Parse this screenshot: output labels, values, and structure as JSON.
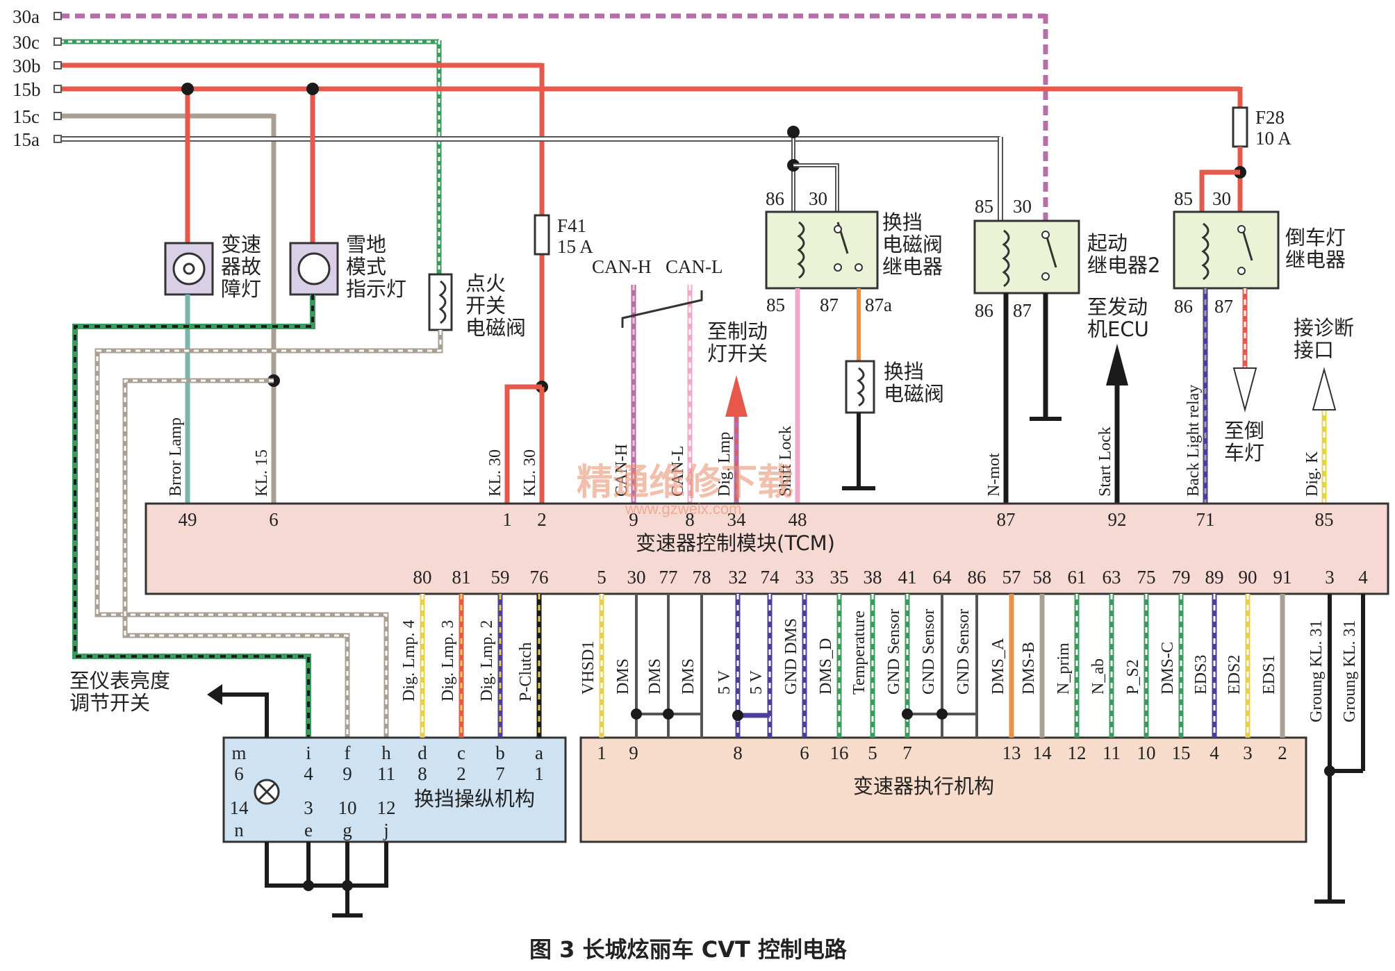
{
  "caption": "图 3   长城炫丽车 CVT 控制电路",
  "watermark": {
    "main": "精通维修下载",
    "url": "www.gzweix.com"
  },
  "bus_lines": [
    "30a",
    "30c",
    "30b",
    "15b",
    "15c",
    "15a"
  ],
  "fuses": {
    "f41": {
      "name": "F41",
      "rating": "15 A"
    },
    "f28": {
      "name": "F28",
      "rating": "10 A"
    }
  },
  "lamps": {
    "fault_lamp": [
      "变速",
      "器故",
      "障灯"
    ],
    "snow_lamp": [
      "雪地",
      "模式",
      "指示灯"
    ]
  },
  "solenoids": {
    "ignition_solenoid": [
      "点火",
      "开关",
      "电磁阀"
    ],
    "shift_solenoid": [
      "换挡",
      "电磁阀"
    ]
  },
  "relays": {
    "shift_relay": {
      "label": [
        "换挡",
        "电磁阀",
        "继电器"
      ],
      "pins": [
        "86",
        "30",
        "85",
        "87",
        "87a"
      ]
    },
    "start_relay": {
      "label": [
        "起动",
        "继电器2"
      ],
      "pins": [
        "85",
        "30",
        "86",
        "87"
      ]
    },
    "reverse_relay": {
      "label": [
        "倒车灯",
        "继电器"
      ],
      "pins": [
        "85",
        "30",
        "86",
        "87"
      ]
    }
  },
  "can": {
    "h": "CAN-H",
    "l": "CAN-L"
  },
  "notes": {
    "brake_switch": [
      "至制动",
      "灯开关"
    ],
    "engine_ecu": [
      "至发动",
      "机ECU"
    ],
    "reverse_lamp": [
      "至倒",
      "车灯"
    ],
    "diag_port": [
      "接诊断",
      "接口"
    ],
    "dash_dimmer": [
      "至仪表亮度",
      "调节开关"
    ]
  },
  "tcm": {
    "title": "变速器控制模块(TCM)",
    "top_pins": [
      "49",
      "6",
      "1",
      "2",
      "9",
      "8",
      "34",
      "48",
      "87",
      "92",
      "71",
      "85"
    ],
    "top_labels": [
      "Brror Lamp",
      "KL. 15",
      "KL. 30",
      "KL. 30",
      "CAN-H",
      "CAN-L",
      "Dig. Lmp",
      "Shift Lock",
      "N-mot",
      "Start Lock",
      "Back Light relay",
      "Dig. K"
    ],
    "bottom_pins_left": [
      "80",
      "81",
      "59",
      "76"
    ],
    "bottom_pins_right": [
      "5",
      "30",
      "77",
      "78",
      "32",
      "74",
      "33",
      "35",
      "38",
      "41",
      "64",
      "86",
      "57",
      "58",
      "61",
      "63",
      "75",
      "79",
      "89",
      "90",
      "91",
      "3",
      "4"
    ]
  },
  "shifter": {
    "title": "换挡操纵机构",
    "top_letters": [
      "m",
      "i",
      "f",
      "h",
      "d",
      "c",
      "b",
      "a"
    ],
    "top_numbers": [
      "6",
      "4",
      "9",
      "11",
      "8",
      "2",
      "7",
      "1"
    ],
    "bottom_numbers": [
      "14",
      "3",
      "10",
      "12"
    ],
    "bottom_letters": [
      "n",
      "e",
      "g",
      "j"
    ],
    "labels": [
      "Dig. Lmp. 4",
      "Dig. Lmp. 3",
      "Dig. Lmp. 2",
      "P-Clutch"
    ]
  },
  "actuator": {
    "title": "变速器执行机构",
    "pins": [
      "1",
      "9",
      "8",
      "6",
      "16",
      "5",
      "7",
      "13",
      "14",
      "12",
      "11",
      "10",
      "15",
      "4",
      "3",
      "2"
    ],
    "labels": [
      "VHSD1",
      "DMS",
      "DMS",
      "DMS",
      "5 V",
      "5 V",
      "GND DMS",
      "DMS_D",
      "Temperature",
      "GND Sensor",
      "GND Sensor",
      "GND Sensor",
      "DMS_A",
      "DMS-B",
      "N_prim",
      "N_ab",
      "P_S2",
      "DMS-C",
      "EDS3",
      "EDS2",
      "EDS1",
      "Groung KL. 31",
      "Groung KL. 31"
    ]
  },
  "colors": {
    "red": "#e8584a",
    "green": "#3b9a5e",
    "gray": "#a99f93",
    "pink": "#b56ea8",
    "black": "#1b1b1b",
    "teal": "#7ab6ad",
    "purple": "#4a3f9a",
    "orange": "#e8904a",
    "tcm_fill": "#f7d9d4",
    "shifter_fill": "#cfe2f1",
    "relay_fill": "#eaf3d6",
    "lamp_fill": "#d9cfe6"
  }
}
